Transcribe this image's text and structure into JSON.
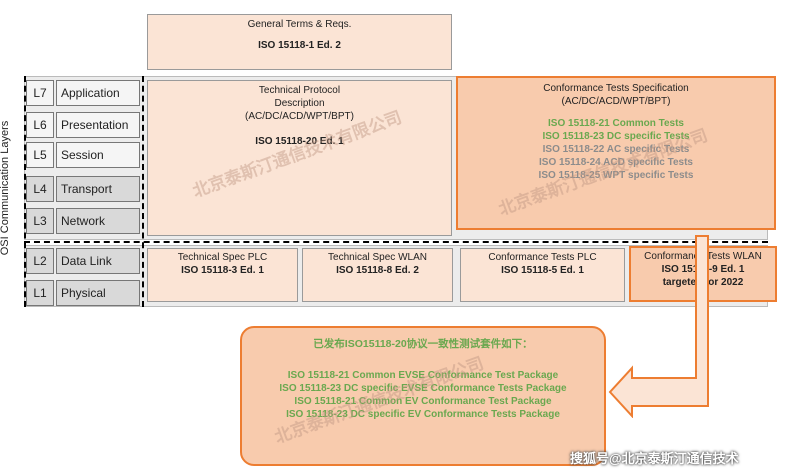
{
  "axis_label": "OSI Communication Layers",
  "layers": [
    {
      "id": "L7",
      "name": "Application"
    },
    {
      "id": "L6",
      "name": "Presentation"
    },
    {
      "id": "L5",
      "name": "Session"
    },
    {
      "id": "L4",
      "name": "Transport"
    },
    {
      "id": "L3",
      "name": "Network"
    },
    {
      "id": "L2",
      "name": "Data Link"
    },
    {
      "id": "L1",
      "name": "Physical"
    }
  ],
  "general": {
    "title": "General Terms & Reqs.",
    "standard": "ISO 15118-1 Ed. 2"
  },
  "protocol": {
    "title1": "Technical Protocol",
    "title2": "Description",
    "subtitle": "(AC/DC/ACD/WPT/BPT)",
    "standard": "ISO 15118-20 Ed. 1"
  },
  "conformance": {
    "title": "Conformance Tests Specification",
    "subtitle": "(AC/DC/ACD/WPT/BPT)",
    "items": [
      {
        "text": "ISO 15118-21 Common Tests"
      },
      {
        "text": "ISO 15118-23 DC specific Tests"
      },
      {
        "text": "ISO 15118-22 AC specific Tests"
      },
      {
        "text": "ISO 15118-24 ACD specific Tests"
      },
      {
        "text": "ISO 15118-25 WPT specific Tests"
      }
    ]
  },
  "bottom_boxes": [
    {
      "title": "Technical Spec PLC",
      "standard": "ISO 15118-3 Ed. 1"
    },
    {
      "title": "Technical Spec WLAN",
      "standard": "ISO 15118-8 Ed. 2"
    },
    {
      "title": "Conformance Tests PLC",
      "standard": "ISO 15118-5 Ed. 1"
    },
    {
      "title": "Conformance Tests WLAN",
      "standard": "ISO 15118-9 Ed. 1",
      "note": "targeted for 2022"
    }
  ],
  "callout": {
    "title": "已发布ISO15118-20协议一致性测试套件如下：",
    "items": [
      "ISO 15118-21 Common EVSE Conformance Test Package",
      "ISO 15118-23 DC specific EVSE Conformance Tests Package",
      "ISO 15118-21 Common EV Conformance Test Package",
      "ISO 15118-23 DC specific EV Conformance Tests Package"
    ]
  },
  "watermark": "北京泰斯汀通信技术有限公司",
  "footer": "搜狐号@北京泰斯汀通信技术",
  "colors": {
    "accent_orange": "#ed7d31",
    "fill_peach": "#fbe4d5",
    "fill_orange": "#f8cbad",
    "green": "#6aa84f"
  }
}
